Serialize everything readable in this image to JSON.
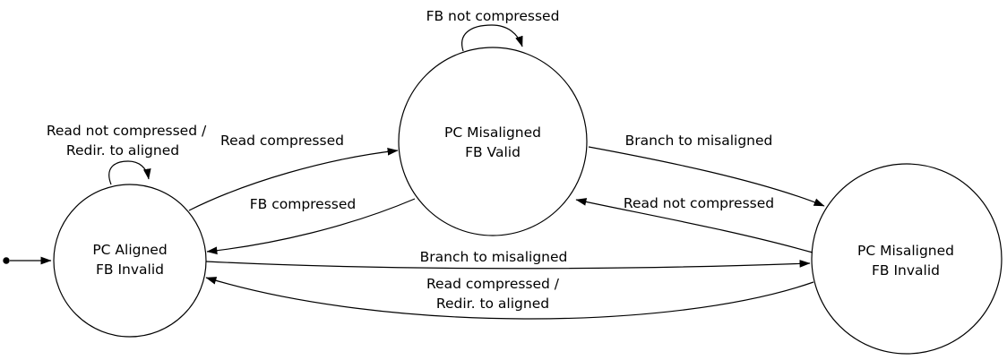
{
  "diagram": {
    "type": "state-machine",
    "background_color": "#ffffff",
    "line_color": "#000000",
    "text_color": "#000000",
    "nodes": [
      {
        "id": "pc-aligned-fb-invalid",
        "lines": [
          "PC Aligned",
          "FB Invalid"
        ]
      },
      {
        "id": "pc-misaligned-fb-valid",
        "lines": [
          "PC Misaligned",
          "FB Valid"
        ]
      },
      {
        "id": "pc-misaligned-fb-invalid",
        "lines": [
          "PC Misaligned",
          "FB Invalid"
        ]
      }
    ],
    "edges": [
      {
        "from": "start",
        "to": "pc-aligned-fb-invalid",
        "lines": []
      },
      {
        "from": "pc-aligned-fb-invalid",
        "to": "pc-aligned-fb-invalid",
        "lines": [
          "Read not compressed /",
          "Redir. to aligned"
        ]
      },
      {
        "from": "pc-aligned-fb-invalid",
        "to": "pc-misaligned-fb-valid",
        "lines": [
          "Read compressed"
        ]
      },
      {
        "from": "pc-misaligned-fb-valid",
        "to": "pc-aligned-fb-invalid",
        "lines": [
          "FB compressed"
        ]
      },
      {
        "from": "pc-misaligned-fb-valid",
        "to": "pc-misaligned-fb-valid",
        "lines": [
          "FB not compressed"
        ]
      },
      {
        "from": "pc-misaligned-fb-valid",
        "to": "pc-misaligned-fb-invalid",
        "lines": [
          "Branch to misaligned"
        ]
      },
      {
        "from": "pc-misaligned-fb-invalid",
        "to": "pc-misaligned-fb-valid",
        "lines": [
          "Read not compressed"
        ]
      },
      {
        "from": "pc-aligned-fb-invalid",
        "to": "pc-misaligned-fb-invalid",
        "lines": [
          "Branch to misaligned"
        ]
      },
      {
        "from": "pc-misaligned-fb-invalid",
        "to": "pc-aligned-fb-invalid",
        "lines": [
          "Read compressed /",
          "Redir. to aligned"
        ]
      }
    ]
  }
}
